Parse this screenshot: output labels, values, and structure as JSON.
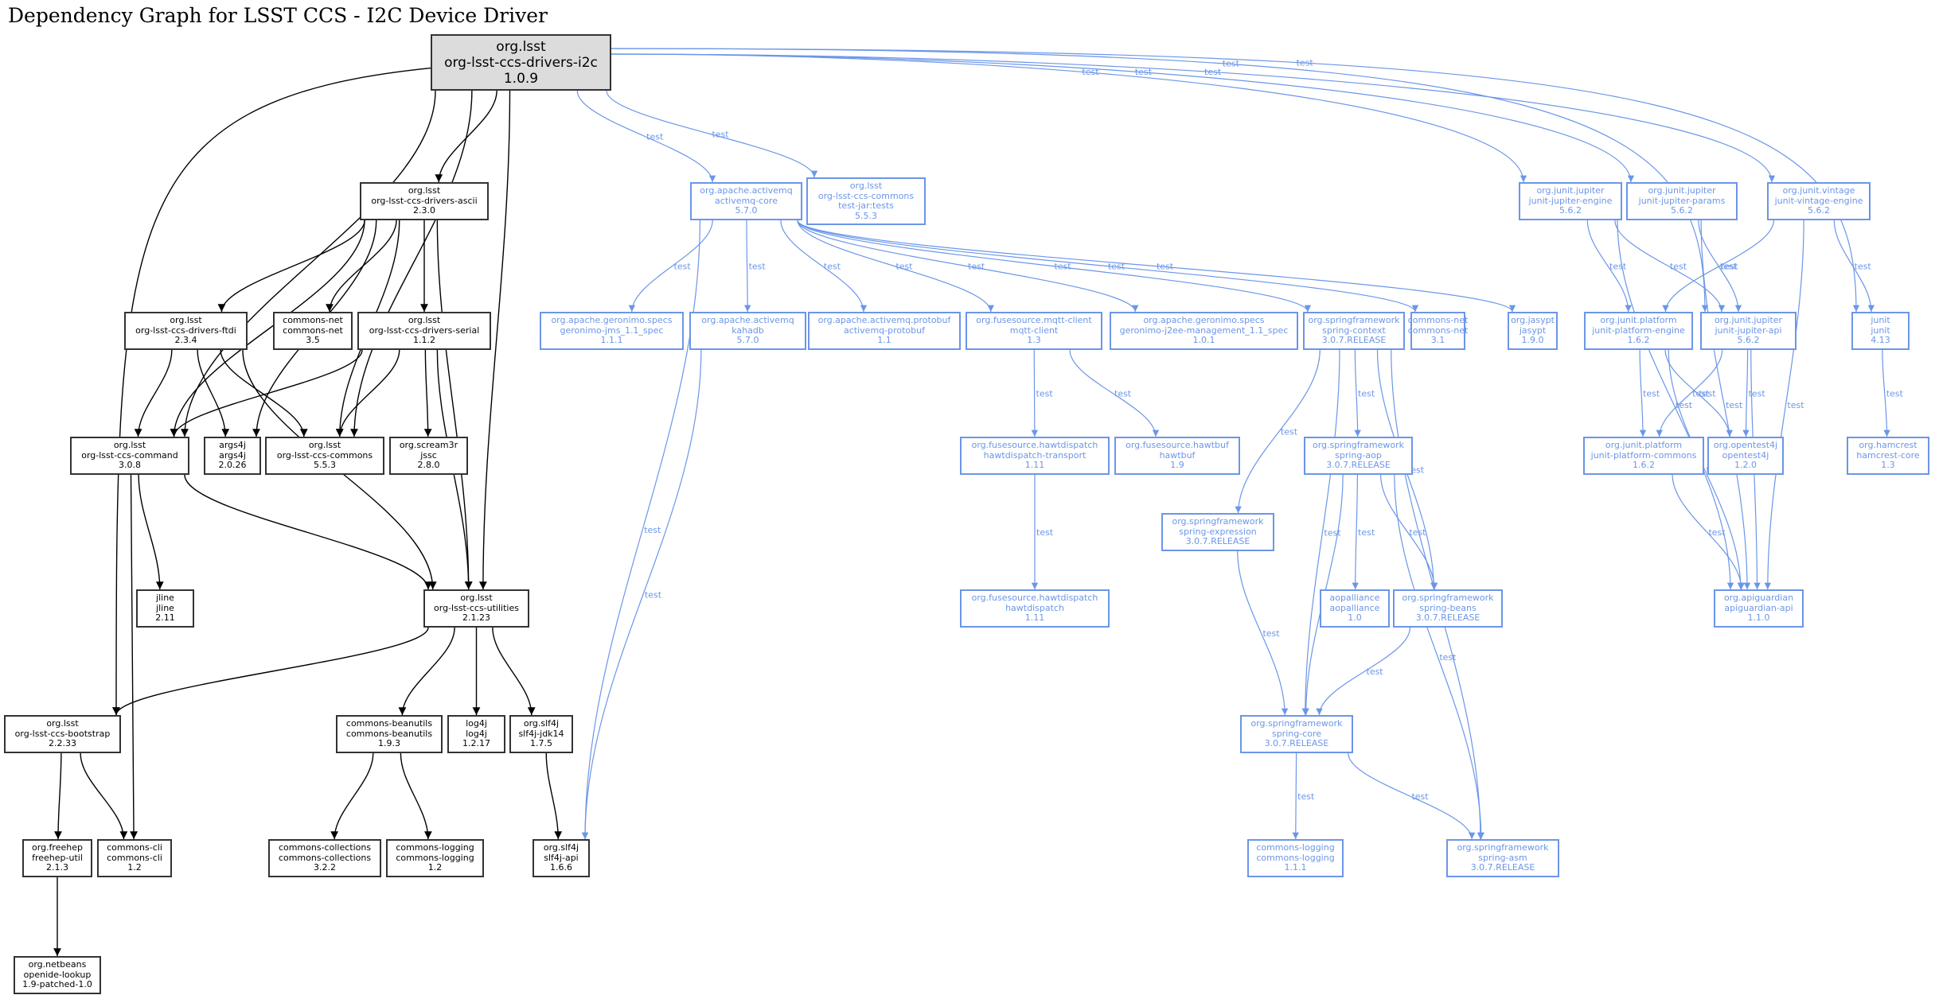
{
  "title": "Dependency Graph for LSST CCS - I2C Device Driver",
  "colors": {
    "compile": "#000000",
    "test": "#6b96e8",
    "root_fill": "#dcdcdc"
  },
  "edge_label_test": "test",
  "nodes": [
    {
      "id": "root",
      "group": "org.lsst",
      "artifact": "org-lsst-ccs-drivers-i2c",
      "version": "1.0.9",
      "scope": "root"
    },
    {
      "id": "ascii",
      "group": "org.lsst",
      "artifact": "org-lsst-ccs-drivers-ascii",
      "version": "2.3.0",
      "scope": "compile"
    },
    {
      "id": "ftdi",
      "group": "org.lsst",
      "artifact": "org-lsst-ccs-drivers-ftdi",
      "version": "2.3.4",
      "scope": "compile"
    },
    {
      "id": "cnet35",
      "group": "commons-net",
      "artifact": "commons-net",
      "version": "3.5",
      "scope": "compile"
    },
    {
      "id": "serial",
      "group": "org.lsst",
      "artifact": "org-lsst-ccs-drivers-serial",
      "version": "1.1.2",
      "scope": "compile"
    },
    {
      "id": "command",
      "group": "org.lsst",
      "artifact": "org-lsst-ccs-command",
      "version": "3.0.8",
      "scope": "compile"
    },
    {
      "id": "args4j",
      "group": "args4j",
      "artifact": "args4j",
      "version": "2.0.26",
      "scope": "compile"
    },
    {
      "id": "commons",
      "group": "org.lsst",
      "artifact": "org-lsst-ccs-commons",
      "version": "5.5.3",
      "scope": "compile"
    },
    {
      "id": "jssc",
      "group": "org.scream3r",
      "artifact": "jssc",
      "version": "2.8.0",
      "scope": "compile"
    },
    {
      "id": "jline",
      "group": "jline",
      "artifact": "jline",
      "version": "2.11",
      "scope": "compile"
    },
    {
      "id": "utilities",
      "group": "org.lsst",
      "artifact": "org-lsst-ccs-utilities",
      "version": "2.1.23",
      "scope": "compile"
    },
    {
      "id": "bootstrap",
      "group": "org.lsst",
      "artifact": "org-lsst-ccs-bootstrap",
      "version": "2.2.33",
      "scope": "compile"
    },
    {
      "id": "beanutils",
      "group": "commons-beanutils",
      "artifact": "commons-beanutils",
      "version": "1.9.3",
      "scope": "compile"
    },
    {
      "id": "log4j",
      "group": "log4j",
      "artifact": "log4j",
      "version": "1.2.17",
      "scope": "compile"
    },
    {
      "id": "jdk14",
      "group": "org.slf4j",
      "artifact": "slf4j-jdk14",
      "version": "1.7.5",
      "scope": "compile"
    },
    {
      "id": "freehep",
      "group": "org.freehep",
      "artifact": "freehep-util",
      "version": "2.1.3",
      "scope": "compile"
    },
    {
      "id": "cli",
      "group": "commons-cli",
      "artifact": "commons-cli",
      "version": "1.2",
      "scope": "compile"
    },
    {
      "id": "collections",
      "group": "commons-collections",
      "artifact": "commons-collections",
      "version": "3.2.2",
      "scope": "compile"
    },
    {
      "id": "clog12",
      "group": "commons-logging",
      "artifact": "commons-logging",
      "version": "1.2",
      "scope": "compile"
    },
    {
      "id": "slf4japi",
      "group": "org.slf4j",
      "artifact": "slf4j-api",
      "version": "1.6.6",
      "scope": "compile"
    },
    {
      "id": "netbeans",
      "group": "org.netbeans",
      "artifact": "openide-lookup",
      "version": "1.9-patched-1.0",
      "scope": "compile"
    },
    {
      "id": "amqcore",
      "group": "org.apache.activemq",
      "artifact": "activemq-core",
      "version": "5.7.0",
      "scope": "test"
    },
    {
      "id": "commonstests",
      "group": "org.lsst",
      "artifact": "org-lsst-ccs-commons",
      "classifier": "test-jar:tests",
      "version": "5.5.3",
      "scope": "test"
    },
    {
      "id": "jms",
      "group": "org.apache.geronimo.specs",
      "artifact": "geronimo-jms_1.1_spec",
      "version": "1.1.1",
      "scope": "test"
    },
    {
      "id": "kahadb",
      "group": "org.apache.activemq",
      "artifact": "kahadb",
      "version": "5.7.0",
      "scope": "test"
    },
    {
      "id": "protobuf",
      "group": "org.apache.activemq.protobuf",
      "artifact": "activemq-protobuf",
      "version": "1.1",
      "scope": "test"
    },
    {
      "id": "mqtt",
      "group": "org.fusesource.mqtt-client",
      "artifact": "mqtt-client",
      "version": "1.3",
      "scope": "test"
    },
    {
      "id": "j2ee",
      "group": "org.apache.geronimo.specs",
      "artifact": "geronimo-j2ee-management_1.1_spec",
      "version": "1.0.1",
      "scope": "test"
    },
    {
      "id": "springctx",
      "group": "org.springframework",
      "artifact": "spring-context",
      "version": "3.0.7.RELEASE",
      "scope": "test"
    },
    {
      "id": "cnet31",
      "group": "commons-net",
      "artifact": "commons-net",
      "version": "3.1",
      "scope": "test"
    },
    {
      "id": "jasypt",
      "group": "org.jasypt",
      "artifact": "jasypt",
      "version": "1.9.0",
      "scope": "test"
    },
    {
      "id": "hdtransport",
      "group": "org.fusesource.hawtdispatch",
      "artifact": "hawtdispatch-transport",
      "version": "1.11",
      "scope": "test"
    },
    {
      "id": "hawtbuf",
      "group": "org.fusesource.hawtbuf",
      "artifact": "hawtbuf",
      "version": "1.9",
      "scope": "test"
    },
    {
      "id": "hawtdispatch",
      "group": "org.fusesource.hawtdispatch",
      "artifact": "hawtdispatch",
      "version": "1.11",
      "scope": "test"
    },
    {
      "id": "springexpr",
      "group": "org.springframework",
      "artifact": "spring-expression",
      "version": "3.0.7.RELEASE",
      "scope": "test"
    },
    {
      "id": "springaop",
      "group": "org.springframework",
      "artifact": "spring-aop",
      "version": "3.0.7.RELEASE",
      "scope": "test"
    },
    {
      "id": "aopalliance",
      "group": "aopalliance",
      "artifact": "aopalliance",
      "version": "1.0",
      "scope": "test"
    },
    {
      "id": "springbeans",
      "group": "org.springframework",
      "artifact": "spring-beans",
      "version": "3.0.7.RELEASE",
      "scope": "test"
    },
    {
      "id": "springcore",
      "group": "org.springframework",
      "artifact": "spring-core",
      "version": "3.0.7.RELEASE",
      "scope": "test"
    },
    {
      "id": "clog111",
      "group": "commons-logging",
      "artifact": "commons-logging",
      "version": "1.1.1",
      "scope": "test"
    },
    {
      "id": "springasm",
      "group": "org.springframework",
      "artifact": "spring-asm",
      "version": "3.0.7.RELEASE",
      "scope": "test"
    },
    {
      "id": "jupengine",
      "group": "org.junit.jupiter",
      "artifact": "junit-jupiter-engine",
      "version": "5.6.2",
      "scope": "test"
    },
    {
      "id": "jupparams",
      "group": "org.junit.jupiter",
      "artifact": "junit-jupiter-params",
      "version": "5.6.2",
      "scope": "test"
    },
    {
      "id": "vintage",
      "group": "org.junit.vintage",
      "artifact": "junit-vintage-engine",
      "version": "5.6.2",
      "scope": "test"
    },
    {
      "id": "junit",
      "group": "junit",
      "artifact": "junit",
      "version": "4.13",
      "scope": "test"
    },
    {
      "id": "platengine",
      "group": "org.junit.platform",
      "artifact": "junit-platform-engine",
      "version": "1.6.2",
      "scope": "test"
    },
    {
      "id": "jupapi",
      "group": "org.junit.jupiter",
      "artifact": "junit-jupiter-api",
      "version": "5.6.2",
      "scope": "test"
    },
    {
      "id": "platcommons",
      "group": "org.junit.platform",
      "artifact": "junit-platform-commons",
      "version": "1.6.2",
      "scope": "test"
    },
    {
      "id": "opentest4j",
      "group": "org.opentest4j",
      "artifact": "opentest4j",
      "version": "1.2.0",
      "scope": "test"
    },
    {
      "id": "hamcrest",
      "group": "org.hamcrest",
      "artifact": "hamcrest-core",
      "version": "1.3",
      "scope": "test"
    },
    {
      "id": "apiguardian",
      "group": "org.apiguardian",
      "artifact": "apiguardian-api",
      "version": "1.1.0",
      "scope": "test"
    }
  ],
  "edges": [
    {
      "from": "root",
      "to": "ascii",
      "scope": "compile"
    },
    {
      "from": "root",
      "to": "command",
      "scope": "compile"
    },
    {
      "from": "root",
      "to": "bootstrap",
      "scope": "compile"
    },
    {
      "from": "root",
      "to": "utilities",
      "scope": "compile"
    },
    {
      "from": "root",
      "to": "commons",
      "scope": "compile"
    },
    {
      "from": "ascii",
      "to": "ftdi",
      "scope": "compile"
    },
    {
      "from": "ascii",
      "to": "cnet35",
      "scope": "compile"
    },
    {
      "from": "ascii",
      "to": "serial",
      "scope": "compile"
    },
    {
      "from": "ascii",
      "to": "command",
      "scope": "compile"
    },
    {
      "from": "ascii",
      "to": "args4j",
      "scope": "compile"
    },
    {
      "from": "ascii",
      "to": "commons",
      "scope": "compile"
    },
    {
      "from": "ascii",
      "to": "utilities",
      "scope": "compile"
    },
    {
      "from": "ftdi",
      "to": "command",
      "scope": "compile"
    },
    {
      "from": "ftdi",
      "to": "args4j",
      "scope": "compile"
    },
    {
      "from": "ftdi",
      "to": "commons",
      "scope": "compile"
    },
    {
      "from": "ftdi",
      "to": "utilities",
      "scope": "compile"
    },
    {
      "from": "serial",
      "to": "command",
      "scope": "compile"
    },
    {
      "from": "serial",
      "to": "commons",
      "scope": "compile"
    },
    {
      "from": "serial",
      "to": "jssc",
      "scope": "compile"
    },
    {
      "from": "serial",
      "to": "utilities",
      "scope": "compile"
    },
    {
      "from": "command",
      "to": "jline",
      "scope": "compile"
    },
    {
      "from": "command",
      "to": "utilities",
      "scope": "compile"
    },
    {
      "from": "command",
      "to": "cli",
      "scope": "compile"
    },
    {
      "from": "utilities",
      "to": "bootstrap",
      "scope": "compile"
    },
    {
      "from": "utilities",
      "to": "beanutils",
      "scope": "compile"
    },
    {
      "from": "utilities",
      "to": "log4j",
      "scope": "compile"
    },
    {
      "from": "utilities",
      "to": "jdk14",
      "scope": "compile"
    },
    {
      "from": "bootstrap",
      "to": "freehep",
      "scope": "compile"
    },
    {
      "from": "bootstrap",
      "to": "cli",
      "scope": "compile"
    },
    {
      "from": "beanutils",
      "to": "collections",
      "scope": "compile"
    },
    {
      "from": "beanutils",
      "to": "clog12",
      "scope": "compile"
    },
    {
      "from": "jdk14",
      "to": "slf4japi",
      "scope": "compile"
    },
    {
      "from": "freehep",
      "to": "netbeans",
      "scope": "compile"
    },
    {
      "from": "root",
      "to": "amqcore",
      "scope": "test"
    },
    {
      "from": "root",
      "to": "commonstests",
      "scope": "test"
    },
    {
      "from": "root",
      "to": "jupengine",
      "scope": "test"
    },
    {
      "from": "root",
      "to": "jupparams",
      "scope": "test"
    },
    {
      "from": "root",
      "to": "jupapi",
      "scope": "test"
    },
    {
      "from": "root",
      "to": "vintage",
      "scope": "test"
    },
    {
      "from": "root",
      "to": "junit",
      "scope": "test"
    },
    {
      "from": "amqcore",
      "to": "jms",
      "scope": "test"
    },
    {
      "from": "amqcore",
      "to": "kahadb",
      "scope": "test"
    },
    {
      "from": "amqcore",
      "to": "protobuf",
      "scope": "test"
    },
    {
      "from": "amqcore",
      "to": "mqtt",
      "scope": "test"
    },
    {
      "from": "amqcore",
      "to": "j2ee",
      "scope": "test"
    },
    {
      "from": "amqcore",
      "to": "springctx",
      "scope": "test"
    },
    {
      "from": "amqcore",
      "to": "cnet31",
      "scope": "test"
    },
    {
      "from": "amqcore",
      "to": "jasypt",
      "scope": "test"
    },
    {
      "from": "amqcore",
      "to": "slf4japi",
      "scope": "test"
    },
    {
      "from": "kahadb",
      "to": "slf4japi",
      "scope": "test"
    },
    {
      "from": "mqtt",
      "to": "hdtransport",
      "scope": "test"
    },
    {
      "from": "mqtt",
      "to": "hawtbuf",
      "scope": "test"
    },
    {
      "from": "hdtransport",
      "to": "hawtdispatch",
      "scope": "test"
    },
    {
      "from": "springctx",
      "to": "springexpr",
      "scope": "test"
    },
    {
      "from": "springctx",
      "to": "springaop",
      "scope": "test"
    },
    {
      "from": "springctx",
      "to": "springbeans",
      "scope": "test"
    },
    {
      "from": "springctx",
      "to": "springcore",
      "scope": "test"
    },
    {
      "from": "springctx",
      "to": "springasm",
      "scope": "test"
    },
    {
      "from": "springexpr",
      "to": "springcore",
      "scope": "test"
    },
    {
      "from": "springaop",
      "to": "aopalliance",
      "scope": "test"
    },
    {
      "from": "springaop",
      "to": "springbeans",
      "scope": "test"
    },
    {
      "from": "springaop",
      "to": "springcore",
      "scope": "test"
    },
    {
      "from": "springaop",
      "to": "springasm",
      "scope": "test"
    },
    {
      "from": "springbeans",
      "to": "springcore",
      "scope": "test"
    },
    {
      "from": "springcore",
      "to": "clog111",
      "scope": "test"
    },
    {
      "from": "springcore",
      "to": "springasm",
      "scope": "test"
    },
    {
      "from": "jupengine",
      "to": "platengine",
      "scope": "test"
    },
    {
      "from": "jupengine",
      "to": "jupapi",
      "scope": "test"
    },
    {
      "from": "jupengine",
      "to": "apiguardian",
      "scope": "test"
    },
    {
      "from": "jupparams",
      "to": "jupapi",
      "scope": "test"
    },
    {
      "from": "jupparams",
      "to": "apiguardian",
      "scope": "test"
    },
    {
      "from": "vintage",
      "to": "platengine",
      "scope": "test"
    },
    {
      "from": "vintage",
      "to": "junit",
      "scope": "test"
    },
    {
      "from": "vintage",
      "to": "apiguardian",
      "scope": "test"
    },
    {
      "from": "platengine",
      "to": "platcommons",
      "scope": "test"
    },
    {
      "from": "platengine",
      "to": "opentest4j",
      "scope": "test"
    },
    {
      "from": "platengine",
      "to": "apiguardian",
      "scope": "test"
    },
    {
      "from": "jupapi",
      "to": "platcommons",
      "scope": "test"
    },
    {
      "from": "jupapi",
      "to": "opentest4j",
      "scope": "test"
    },
    {
      "from": "jupapi",
      "to": "apiguardian",
      "scope": "test"
    },
    {
      "from": "platcommons",
      "to": "apiguardian",
      "scope": "test"
    },
    {
      "from": "junit",
      "to": "hamcrest",
      "scope": "test"
    }
  ]
}
